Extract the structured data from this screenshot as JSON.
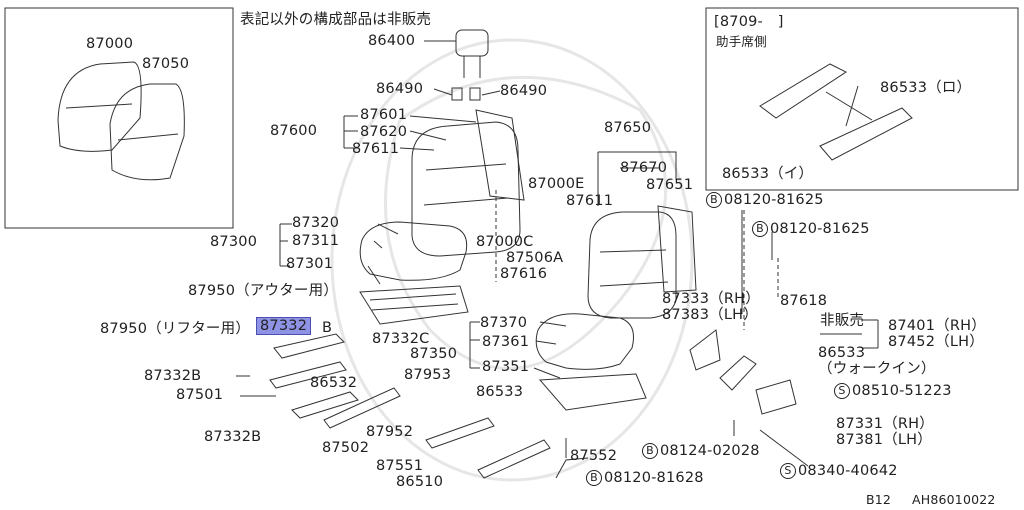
{
  "header_note": "表記以外の構成部品は非販売",
  "inset_right": {
    "title": "[8709-　]",
    "subtitle": "助手席側",
    "label_ro": "86533（ロ）",
    "label_i": "86533（イ）"
  },
  "inset_left": {
    "a": "87000",
    "b": "87050"
  },
  "labels": {
    "p86400": "86400",
    "p86490a": "86490",
    "p86490b": "86490",
    "p87601": "87601",
    "p87600": "87600",
    "p87620": "87620",
    "p87611a": "87611",
    "p87650": "87650",
    "p87670": "87670",
    "p87651": "87651",
    "p87000e": "87000E",
    "p87611b": "87611",
    "p87320": "87320",
    "p87300": "87300",
    "p87311": "87311",
    "p87301": "87301",
    "p87000c": "87000C",
    "p87506a": "87506A",
    "p87616": "87616",
    "p87950outer": "87950（アウター用）",
    "p87950lift": "87950（リフター用）",
    "p87332hl": "87332",
    "p87332b1": "B",
    "p87332c": "87332C",
    "p87370": "87370",
    "p87350": "87350",
    "p87361": "87361",
    "p87351": "87351",
    "p87332b2": "87332B",
    "p86532": "86532",
    "p87501": "87501",
    "p87953": "87953",
    "p86533a": "86533",
    "p87952": "87952",
    "p87332b3": "87332B",
    "p87502": "87502",
    "p87551": "87551",
    "p86510": "86510",
    "p87552": "87552",
    "p87333": "87333（RH）",
    "p87383": "87383（LH）",
    "p87618": "87618",
    "hibaibai": "非販売",
    "p87401": "87401（RH）",
    "p87452": "87452（LH）",
    "p86533b": "86533",
    "walkin": "（ウォークイン）",
    "p87331": "87331（RH）",
    "p87381": "87381（LH）",
    "bolt1": "08120-81625",
    "bolt2": "08120-81625",
    "bolt3": "08124-02028",
    "bolt4": "08120-81628",
    "screw1": "08510-51223",
    "screw2": "08340-40642",
    "circle_b": "B",
    "circle_s": "S"
  },
  "footer": {
    "page": "B12",
    "code": "AH86010022"
  }
}
